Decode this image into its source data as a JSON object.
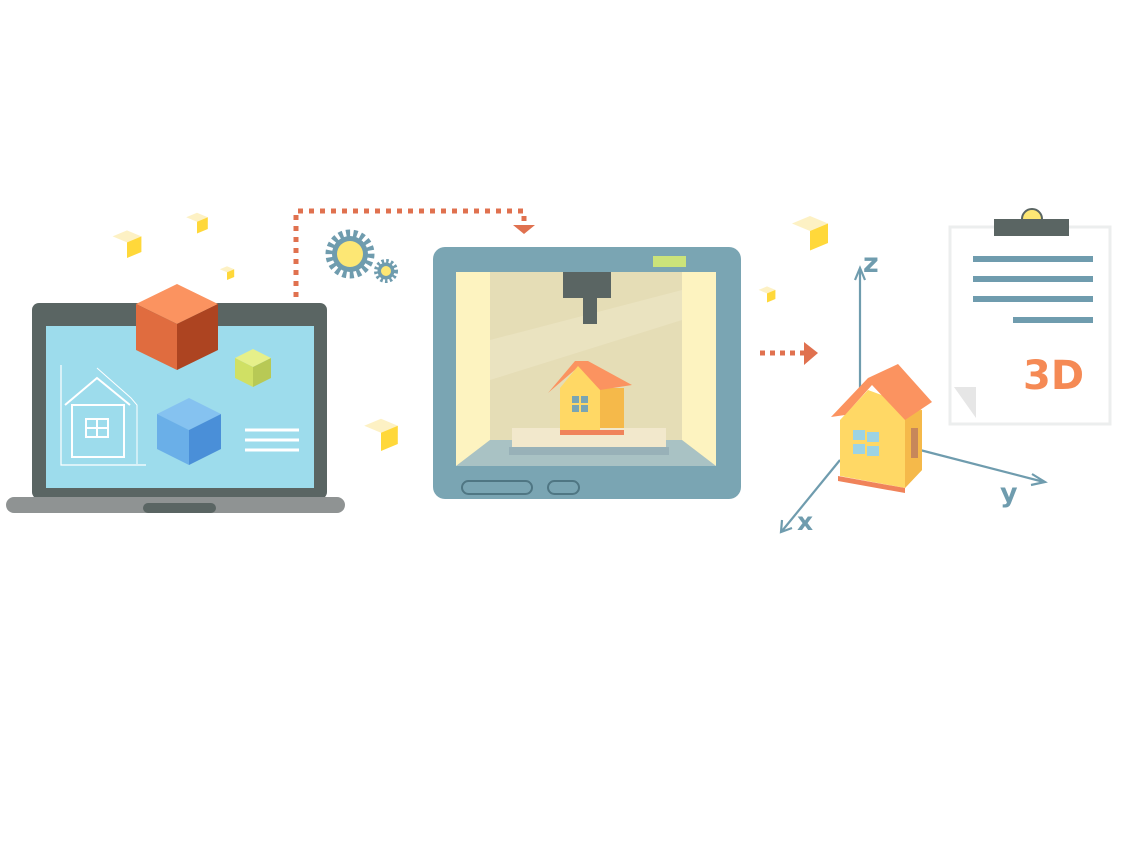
{
  "axes": {
    "z_label": "z",
    "y_label": "y",
    "x_label": "x"
  },
  "document": {
    "badge_text": "3D"
  },
  "colors": {
    "accent_orange": "#e0714f",
    "axis_blue": "#6f9cae",
    "screen_blue": "#9ddcec",
    "printer_body": "#7aa5b3",
    "dark_gray": "#5a6563",
    "yellow": "#ffd84a"
  }
}
